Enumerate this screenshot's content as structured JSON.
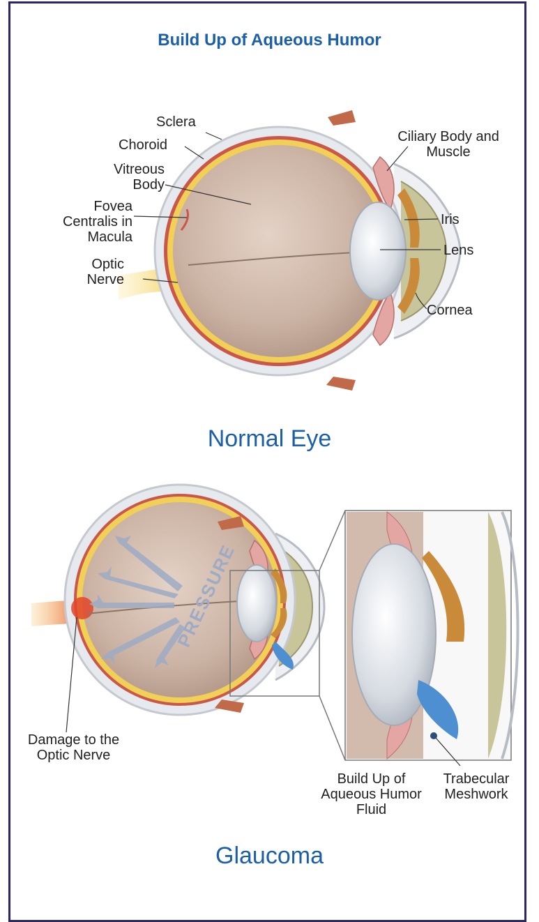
{
  "header": {
    "title": "Build Up of Aqueous Humor"
  },
  "normal_eye": {
    "caption": "Normal Eye",
    "labels": {
      "sclera": "Sclera",
      "choroid": "Choroid",
      "vitreous_body": "Vitreous Body",
      "fovea": "Fovea Centralis in Macula",
      "optic_nerve": "Optic Nerve",
      "ciliary": "Ciliary Body and Muscle",
      "iris": "Iris",
      "lens": "Lens",
      "cornea": "Cornea"
    }
  },
  "glaucoma": {
    "caption": "Glaucoma",
    "pressure_text": "PRESSURE",
    "labels": {
      "damage": "Damage to the Optic Nerve",
      "build_up": "Build Up of Aqueous Humor Fluid",
      "trabecular": "Trabecular Meshwork"
    }
  },
  "colors": {
    "border": "#2e2767",
    "title_blue": "#1a5fa8",
    "vitreous": "#cdb6a8",
    "sclera": "#e6e9ee",
    "choroid": "#f2cf56",
    "retina_red": "#c9574a",
    "iris": "#c98a3a",
    "lens": "#d9dde3",
    "aqueous_blue": "#4d8fd0"
  }
}
